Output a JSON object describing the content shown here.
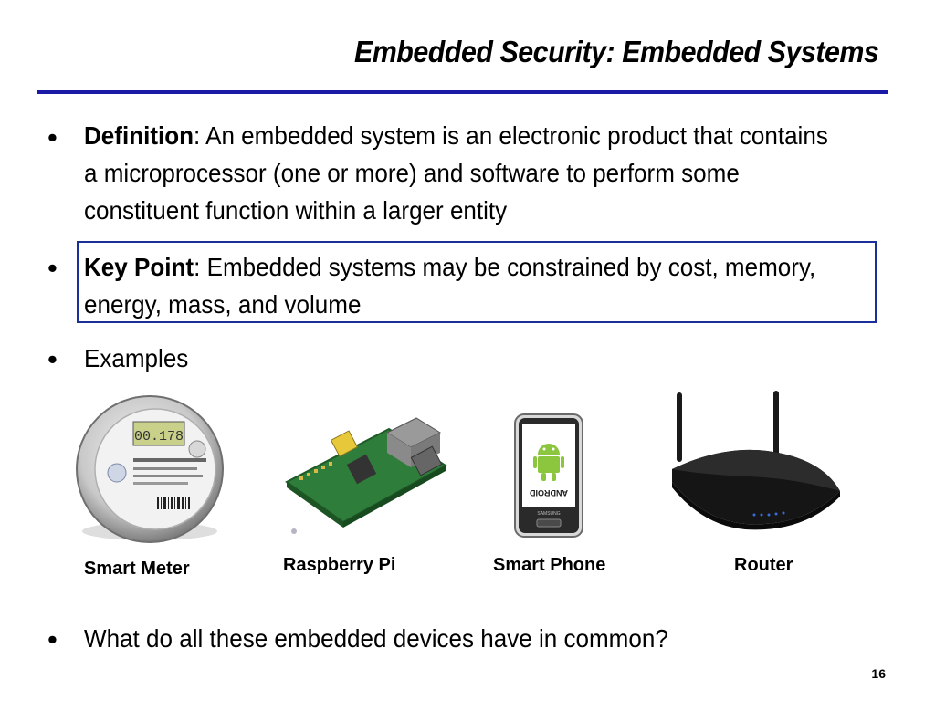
{
  "slide": {
    "title": "Embedded Security: Embedded Systems",
    "page_number": "16"
  },
  "bullets": {
    "definition": {
      "term": "Definition",
      "text_line1": ": An embedded system is an electronic product that contains",
      "text_line2": "a microprocessor (one or more) and software to perform some",
      "text_line3": "constituent function within a larger entity"
    },
    "key_point": {
      "term": "Key Point",
      "text_line1": ": Embedded systems may be constrained by cost, memory,",
      "text_line2": "energy, mass, and volume"
    },
    "examples": "Examples",
    "question": "What do all these embedded devices have in common?"
  },
  "examples": [
    {
      "label": "Smart Meter",
      "icon": "smart-meter-icon",
      "display": "00.178"
    },
    {
      "label": "Raspberry Pi",
      "icon": "raspberry-pi-icon"
    },
    {
      "label": "Smart Phone",
      "icon": "smart-phone-icon",
      "screen_text": "ANDROID",
      "brand": "SAMSUNG"
    },
    {
      "label": "Router",
      "icon": "router-icon"
    }
  ],
  "colors": {
    "accent": "#1a1aa6",
    "box_border": "#1a2f9a"
  }
}
